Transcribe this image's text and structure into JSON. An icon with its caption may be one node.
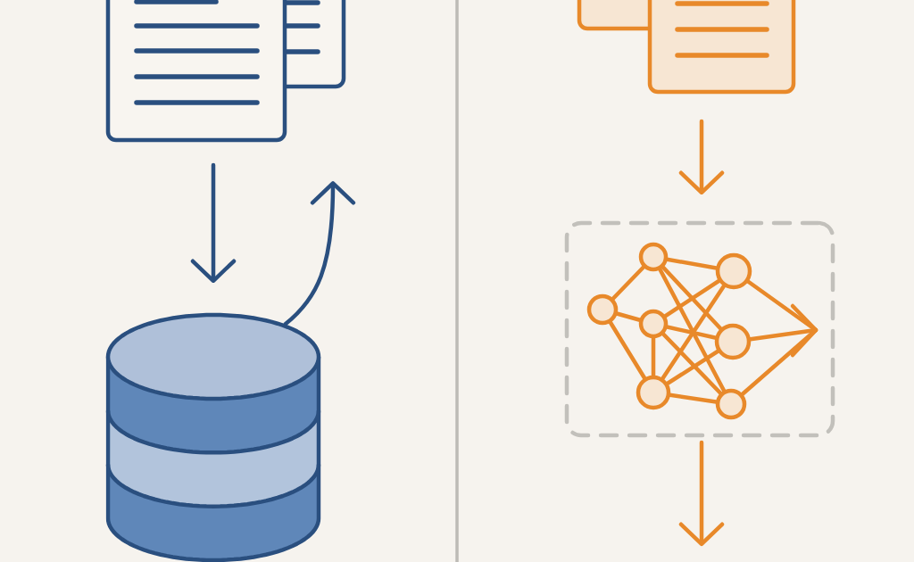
{
  "diagram": {
    "nodes": [
      {
        "text": [],
        "shape": "picture"
      },
      {
        "text": [],
        "shape": "cylinder"
      },
      {
        "text": [],
        "shape": "picture"
      },
      {
        "text": [],
        "shape": "box"
      },
      {
        "text": [],
        "shape": "picture",
        "in": 3
      }
    ],
    "edges": [
      {
        "from": 0,
        "to": 1,
        "arrow": "to",
        "color": "#2a4f7f"
      },
      {
        "from": 1,
        "to": null,
        "arrow": "to",
        "color": "#2a4f7f"
      },
      {
        "from": 2,
        "to": 3,
        "arrow": "to",
        "color": "#e8892a"
      },
      {
        "from": 3,
        "to": null,
        "arrow": "to",
        "color": "#e8892a"
      }
    ]
  }
}
